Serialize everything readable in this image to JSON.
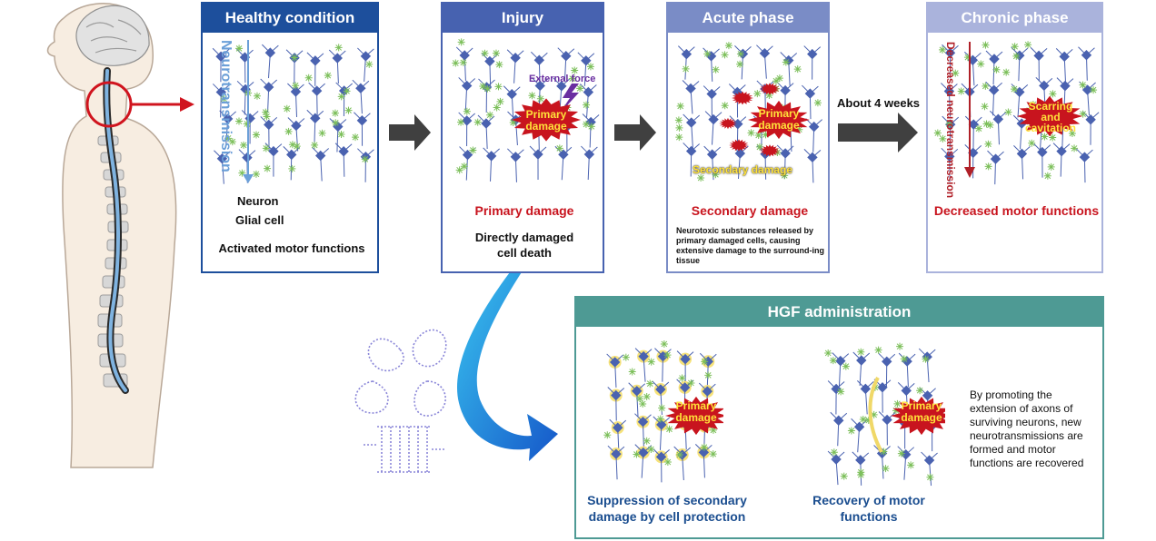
{
  "colors": {
    "healthy": "#1d4f9c",
    "injury": "#4762b0",
    "acute": "#7a8cc6",
    "chronic": "#aab3dc",
    "hgf": "#4e9a94",
    "damage": "#c8141e",
    "arrow_gray": "#404040",
    "arrow_yellow": "#f0b82c",
    "arrow_blue": "#1aa3e0",
    "neuron": "#4a62b0",
    "glia": "#7cbf5a",
    "spine_gray": "#c0c0c0",
    "body_skin": "#f7ede1"
  },
  "healthy": {
    "title": "Healthy condition",
    "neurotransmission": "Neurotransmission",
    "neuron": "Neuron",
    "glial_cell": "Glial cell",
    "caption": "Activated motor functions"
  },
  "injury": {
    "title": "Injury",
    "external_force": "External force",
    "burst": "Primary\ndamage",
    "heading": "Primary damage",
    "caption_line1": "Directly damaged",
    "caption_line2": "cell death"
  },
  "acute": {
    "title": "Acute phase",
    "burst": "Primary\ndamage",
    "secondary_label": "Secondary damage",
    "heading": "Secondary damage",
    "caption": "Neurotoxic substances released by primary damaged cells, causing extensive damage to the surround-ing tissue"
  },
  "transition": {
    "label": "About 4 weeks"
  },
  "chronic": {
    "title": "Chronic phase",
    "decreased": "Decreased neurotransmission",
    "burst": "Scarring\nand\ncavitation",
    "heading": "Decreased motor functions"
  },
  "hgf": {
    "title": "HGF administration",
    "burst1": "Primary\ndamage",
    "burst2": "Primary\ndamage",
    "label1_line1": "Suppression of secondary",
    "label1_line2": "damage by cell protection",
    "label2_line1": "Recovery of motor",
    "label2_line2": "functions",
    "note": "By promoting the extension of axons of surviving neurons, new neurotransmissions are formed and motor functions are recovered"
  }
}
